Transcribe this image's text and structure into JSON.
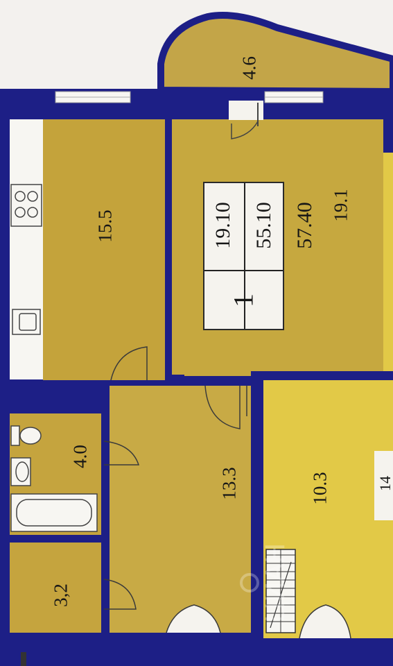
{
  "floorplan": {
    "rooms": [
      {
        "id": "balcony",
        "area": "4.6"
      },
      {
        "id": "kitchen",
        "area": "15.5"
      },
      {
        "id": "living-room",
        "area": "19.1"
      },
      {
        "id": "bathroom",
        "area": "4.0"
      },
      {
        "id": "hallway",
        "area": "13.3"
      },
      {
        "id": "toilet",
        "area": "3,2"
      },
      {
        "id": "neighbor-room",
        "area": "10.3"
      }
    ],
    "apartment": {
      "rooms_count": "1",
      "living_area": "19.10",
      "usable_area": "55.10",
      "total_area": "57.40"
    },
    "right_edge_label": "14",
    "watermark": "ЦИАН"
  },
  "colors": {
    "wall": "#1d1f86",
    "room": "#c9a742",
    "room_bright": "#e2c947",
    "paper": "#f3f1ee"
  }
}
